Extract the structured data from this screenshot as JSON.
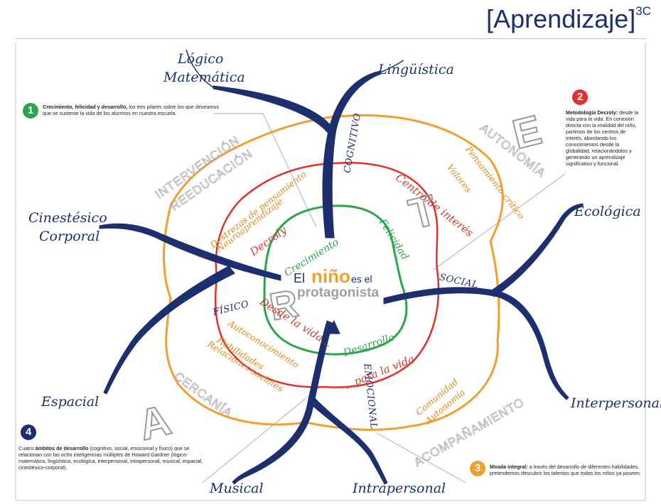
{
  "header": {
    "title_open": "[",
    "title_word": "Aprendizaje",
    "title_close": "]",
    "title_sup": "3C"
  },
  "center": {
    "el": "El",
    "nino": "niño",
    "es_el": "es el",
    "protagonista": "protagonista"
  },
  "branches": {
    "logico": [
      "Lógico",
      "Matemática"
    ],
    "linguistica": "Lingüística",
    "cinestesico": [
      "Cinestésico",
      "Corporal"
    ],
    "ecologica": "Ecológica",
    "espacial": "Espacial",
    "interpersonal": "Interpersonal",
    "musical": "Musical",
    "intrapersonal": "Intrapersonal"
  },
  "areas": {
    "cognitivo": "COGNITIVO",
    "fisico": "FÍSICO",
    "social": "SOCIAL",
    "emocional": "EMOCIONAL"
  },
  "green_ring": {
    "crecimiento": "Crecimiento",
    "felicidad": "Felicidad",
    "desarrollo": "Desarrollo"
  },
  "red_ring": {
    "decroly": "Decroly",
    "centros": "Centro de interés",
    "desde": "Desde la vida...",
    "para": "...para la vida"
  },
  "orange_ring": {
    "destrezas": [
      "Destrezas de pensamiento",
      "Neuroaprendizaje"
    ],
    "pensamiento": [
      "Pensamiento crítico",
      "Valores"
    ],
    "autoconocimiento": [
      "Autoconocimiento",
      "Habilidades",
      "Relaciones sociales"
    ],
    "comunidad": [
      "Comunidad",
      "Autonomía"
    ]
  },
  "outer_words": {
    "intervencion": [
      "INTERVENCIÓN",
      "REEDUCACIÓN"
    ],
    "autonomia": "AUTONOMÍA",
    "cercania": "CERCANÍA",
    "acompanamiento": "ACOMPAÑAMIENTO"
  },
  "letters": {
    "e": "E",
    "t": "T",
    "r": "R",
    "a": "A"
  },
  "notes": {
    "n1": {
      "number": "1",
      "bold": "Crecimiento, felicidad y desarrollo,",
      "text": " los tres pilares sobre los que deseamos que se sustente la vida de los alumnos en nuestra escuela."
    },
    "n2": {
      "number": "2",
      "bold": "Metodología Decroly:",
      "text": " desde la vida para la vida. En conexión directa con la realidad del niño, partimos de los centros de interés, abordando los conocimientos desde la globalidad, relacionándolos y generando un aprendizaje significativo y funcional."
    },
    "n3": {
      "number": "3",
      "bold": "Mirada integral:",
      "text": " a través del desarrollo de diferentes habilidades, pretendemos descubrir los talentos que todos los niños ya poseen."
    },
    "n4": {
      "number": "4",
      "text1": "Cuatro ",
      "bold": "ámbitos de desarrollo",
      "text2": " (cognitivo, social, emocional y físico) que se relacionan con las ocho inteligencias múltiples de Howard Gardner (lógico-matemática, lingüística, ecológica, interpersonal, intrapersonal, musical, espacial, cinestésico-corporal)."
    }
  },
  "colors": {
    "navy": "#1d2f6f",
    "green": "#2aa64a",
    "red": "#e0322b",
    "orange": "#f0a030",
    "gray": "#9a9a9a",
    "orange_text": "#e08a1e",
    "red_text": "#d33a2e"
  }
}
